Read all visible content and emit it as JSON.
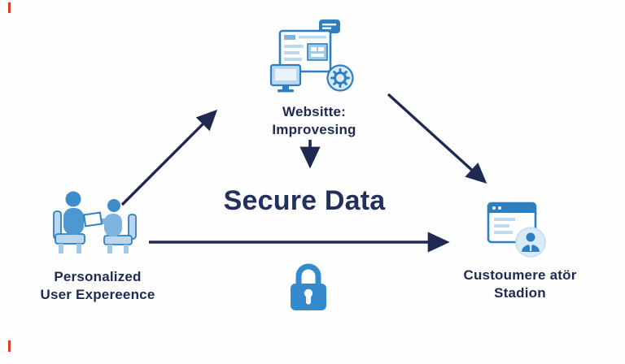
{
  "diagram": {
    "title": "Secure Data",
    "nodes": {
      "top": {
        "label_line1": "Websitte:",
        "label_line2": "Improvesing",
        "icon": "website-improvement-icon"
      },
      "left": {
        "label_line1": "Personalized",
        "label_line2": "User Expereence",
        "icon": "people-collaboration-icon"
      },
      "right": {
        "label_line1": "Custoumere atör",
        "label_line2": "Stadion",
        "icon": "browser-customer-search-icon"
      },
      "bottom": {
        "icon": "padlock-icon"
      }
    },
    "arrows": [
      {
        "name": "arrow-left-to-top",
        "from": "left",
        "to": "top"
      },
      {
        "name": "arrow-top-to-center",
        "from": "top",
        "to": "center-title"
      },
      {
        "name": "arrow-top-to-right",
        "from": "top",
        "to": "right"
      },
      {
        "name": "arrow-left-to-right",
        "from": "left",
        "to": "right"
      }
    ]
  },
  "colors": {
    "text_navy": "#1e2a52",
    "arrow_navy": "#1e2a52",
    "icon_outline_blue": "#2e7fc1",
    "icon_mid_blue": "#4e97d1",
    "icon_light_blue": "#bcd9ef",
    "icon_pale_blue": "#d9ebf7",
    "lock_blue": "#338acc",
    "artifact_red": "#e03a2a",
    "background": "#fefefe"
  }
}
